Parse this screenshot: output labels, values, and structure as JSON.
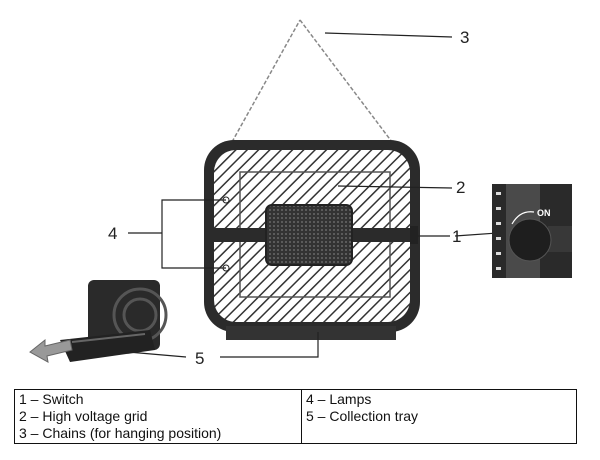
{
  "callouts": {
    "c1": "1",
    "c2": "2",
    "c3": "3",
    "c4": "4",
    "c5": "5"
  },
  "switch_inset": {
    "on_label": "ON"
  },
  "legend": {
    "left": [
      "1 – Switch",
      "2 – High voltage grid",
      "3 – Chains (for hanging position)"
    ],
    "right": [
      "4 – Lamps",
      "5 – Collection tray"
    ]
  }
}
